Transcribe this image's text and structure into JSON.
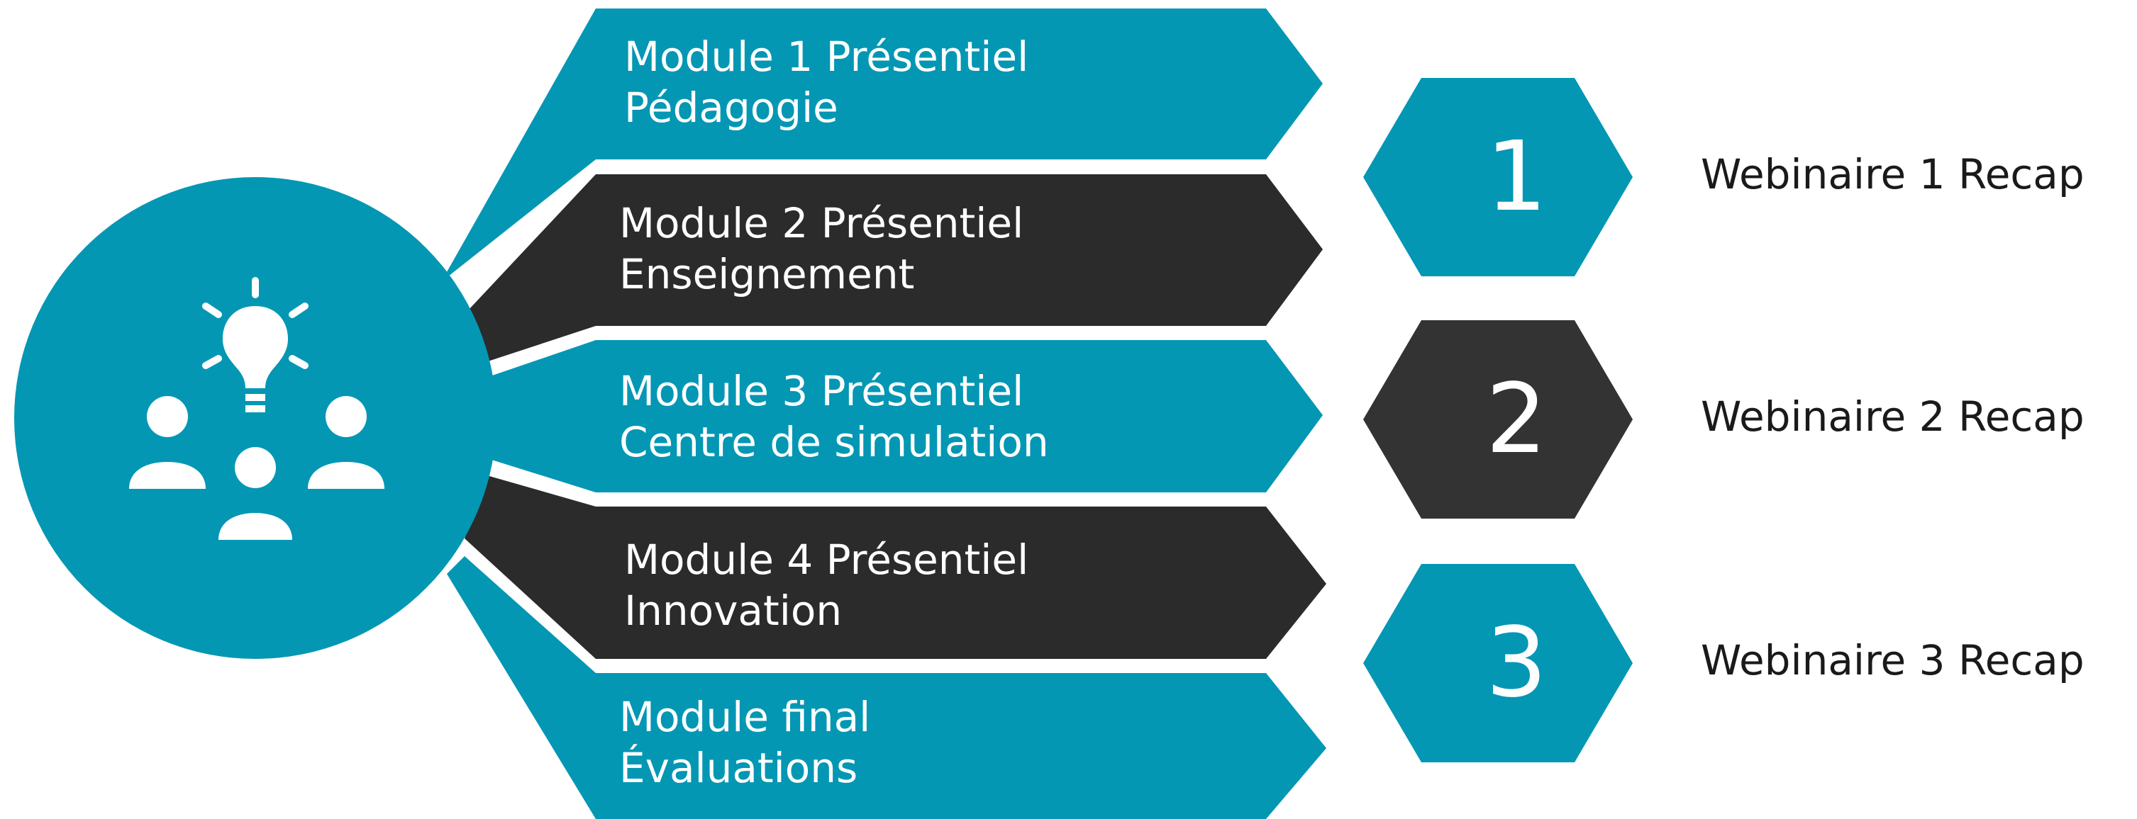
{
  "colors": {
    "teal": "#0397B4",
    "dark": "#2B2B2B",
    "white": "#FFFFFF",
    "text_dark": "#1A1A1A"
  },
  "hub": {
    "icon": "lightbulb-team-icon"
  },
  "modules": [
    {
      "line1": "Module 1 Présentiel",
      "line2": "Pédagogie",
      "color": "#0397B4"
    },
    {
      "line1": "Module 2 Présentiel",
      "line2": "Enseignement",
      "color": "#2B2B2B"
    },
    {
      "line1": "Module 3 Présentiel",
      "line2": "Centre de simulation",
      "color": "#0397B4"
    },
    {
      "line1": "Module 4 Présentiel",
      "line2": "Innovation",
      "color": "#2B2B2B"
    },
    {
      "line1": "Module final",
      "line2": "Évaluations",
      "color": "#0397B4"
    }
  ],
  "webinars": [
    {
      "number": "1",
      "label": "Webinaire 1 Recap",
      "color": "#0397B4"
    },
    {
      "number": "2",
      "label": "Webinaire 2 Recap",
      "color": "#333333"
    },
    {
      "number": "3",
      "label": "Webinaire 3 Recap",
      "color": "#0397B4"
    }
  ]
}
